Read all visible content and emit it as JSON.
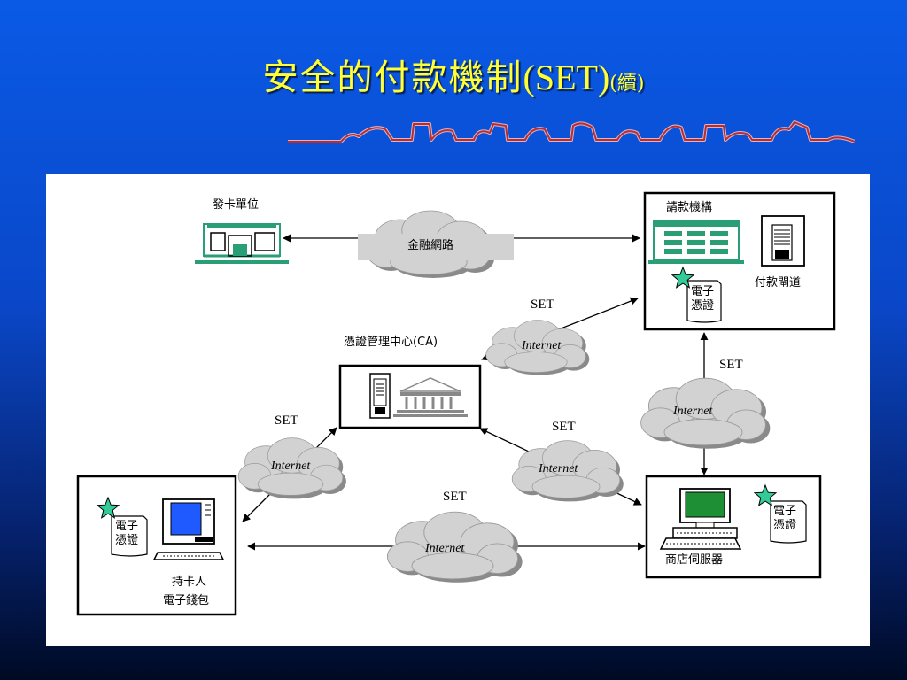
{
  "title": {
    "main": "安全的付款機制",
    "set": "(SET)",
    "suffix": "(續)"
  },
  "nodes": {
    "issuer": "發卡單位",
    "acquirer": "請款機構",
    "gateway": "付款閘道",
    "ca": "憑證管理中心(CA)",
    "merchant": "商店伺服器",
    "cardholder_line1": "持卡人",
    "cardholder_line2": "電子錢包"
  },
  "clouds": {
    "financial_network": "金融網路",
    "internet": "Internet"
  },
  "protocol_label": "SET",
  "certificate": {
    "line1": "電子",
    "line2": "憑證"
  },
  "colors": {
    "title_yellow": "#ffff33",
    "background_blue": "#0a47c8",
    "star_green": "#33cc99",
    "screen_blue": "#1e5aff",
    "screen_green": "#1f8f35",
    "building_green": "#2a9e74"
  },
  "icons": [
    "star-icon",
    "cloud-icon",
    "computer-icon",
    "server-icon",
    "bank-building-icon",
    "document-icon"
  ]
}
